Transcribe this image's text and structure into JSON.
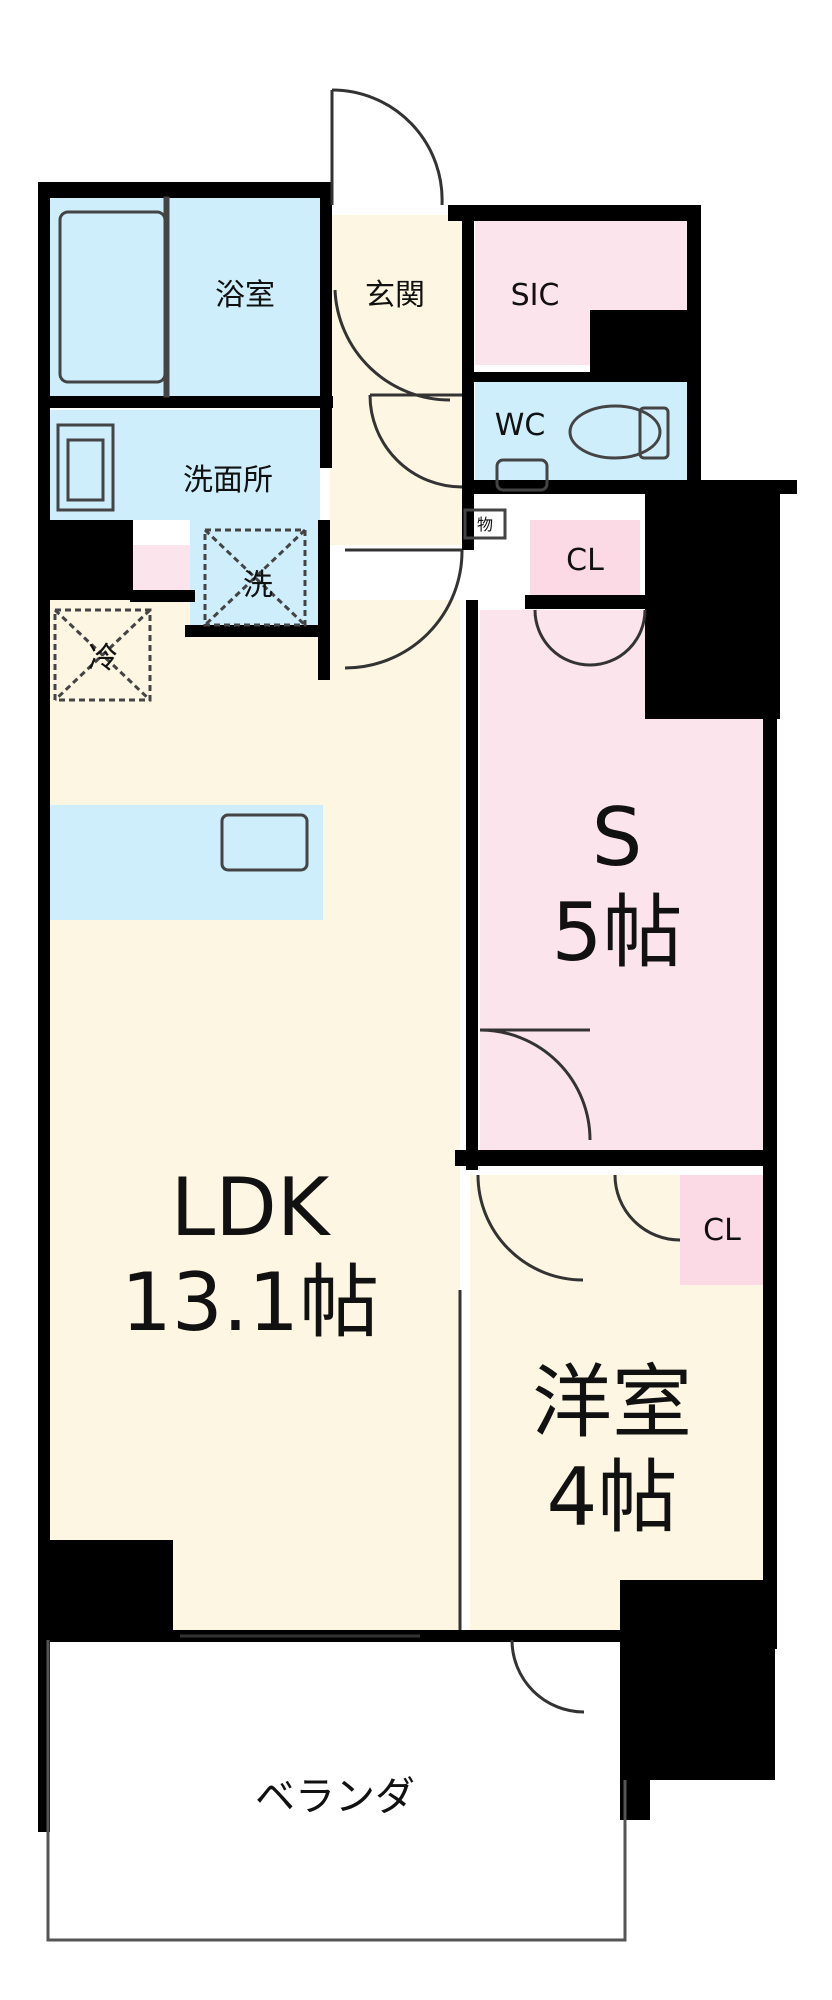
{
  "rooms": {
    "bathroom": "浴室",
    "entrance": "玄関",
    "sic": "SIC",
    "wc": "WC",
    "washroom": "洗面所",
    "washer": "洗",
    "fridge": "冷",
    "storage_small": "物",
    "cl_s": "CL",
    "s_room_name": "S",
    "s_room_size": "5帖",
    "ldk_name": "LDK",
    "ldk_size": "13.1帖",
    "cl_western": "CL",
    "western_name": "洋室",
    "western_size": "4帖",
    "veranda": "ベランダ"
  },
  "colors": {
    "wall": "#000000",
    "ldk_floor": "#fdf6e3",
    "wet_area": "#cfeefb",
    "pink_room": "#fce4ec",
    "cl_pink": "#fbd9e5",
    "entrance_floor": "#fdf6e3",
    "veranda_floor": "#ffffff"
  }
}
